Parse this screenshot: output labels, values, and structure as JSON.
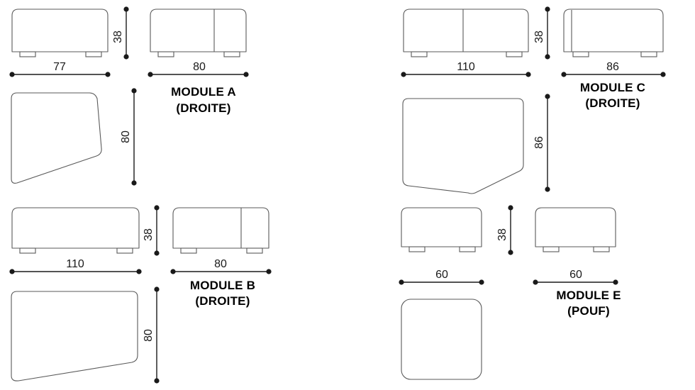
{
  "document": {
    "title": "Modules dimensions drawing",
    "type": "technical-dimension-drawing",
    "units": "cm",
    "line_color": "#5a5a5a",
    "dimension_color": "#1a1a1a",
    "background": "#ffffff"
  },
  "modules": [
    {
      "id": "a",
      "name": "MODULE A",
      "variant": "(DROITE)",
      "width": "77",
      "depth": "80",
      "height": "38",
      "front_width_label": "77",
      "side_width_label": "80",
      "height_label": "38",
      "plan_depth_label": "80"
    },
    {
      "id": "b",
      "name": "MODULE B",
      "variant": "(DROITE)",
      "width": "110",
      "depth": "80",
      "height": "38",
      "front_width_label": "110",
      "side_width_label": "80",
      "height_label": "38",
      "plan_depth_label": "80"
    },
    {
      "id": "c",
      "name": "MODULE C",
      "variant": "(DROITE)",
      "width": "110",
      "depth": "86",
      "height": "38",
      "front_width_label": "110",
      "side_width_label": "86",
      "height_label": "38",
      "plan_depth_label": "86"
    },
    {
      "id": "e",
      "name": "MODULE E",
      "variant": "(POUF)",
      "width": "60",
      "depth": "60",
      "height": "38",
      "front_width_label": "60",
      "side_width_label": "60",
      "height_label": "38"
    }
  ],
  "dimensions": {
    "a_front_width": "77",
    "a_side_width": "80",
    "a_height": "38",
    "a_plan_depth": "80",
    "b_front_width": "110",
    "b_side_width": "80",
    "b_height": "38",
    "b_plan_depth": "80",
    "c_front_width": "110",
    "c_side_width": "86",
    "c_height": "38",
    "c_plan_depth": "86",
    "e_front_width": "60",
    "e_side_width": "60",
    "e_height": "38"
  },
  "labels": {
    "module_a_name": "MODULE A",
    "module_a_variant": "(DROITE)",
    "module_b_name": "MODULE B",
    "module_b_variant": "(DROITE)",
    "module_c_name": "MODULE C",
    "module_c_variant": "(DROITE)",
    "module_e_name": "MODULE E",
    "module_e_variant": "(POUF)"
  }
}
